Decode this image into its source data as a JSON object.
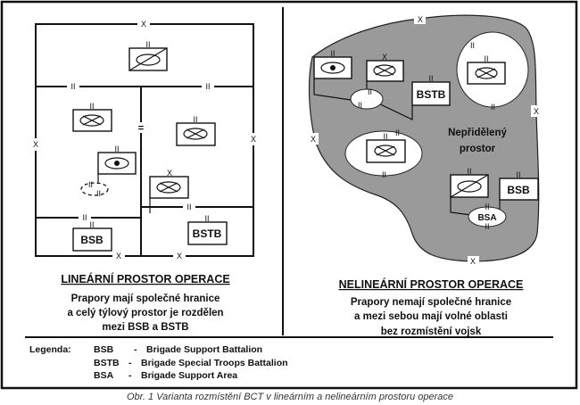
{
  "left_panel": {
    "title": "LINEÁRNÍ PROSTOR OPERACE",
    "description": [
      "Prapory mají společné hranice",
      "a celý týlový prostor je rozdělen",
      "mezi BSB a BSTB"
    ],
    "unit_labels": {
      "bsb": "BSB",
      "bstb": "BSTB"
    },
    "echelon_marks": {
      "brigade": "X",
      "battalion": "II"
    }
  },
  "right_panel": {
    "title": "NELINEÁRNÍ PROSTOR OPERACE",
    "description": [
      "Prapory nemají společné hranice",
      "a mezi sebou mají volné oblasti",
      "bez rozmístění vojsk"
    ],
    "area_label": [
      "Nepřidělený",
      "prostor"
    ],
    "unit_labels": {
      "bsb": "BSB",
      "bstb": "BSTB",
      "bsa": "BSA"
    },
    "area_color": "#9a9a9a"
  },
  "legend": {
    "heading": "Legenda:",
    "items": [
      {
        "abbr": "BSB",
        "sep": "-",
        "text": "Brigade Support Battalion"
      },
      {
        "abbr": "BSTB",
        "sep": "-",
        "text": "Brigade Special Troops Battalion"
      },
      {
        "abbr": "BSA",
        "sep": "-",
        "text": "Brigade Support Area"
      }
    ]
  },
  "caption": "Obr. 1 Varianta rozmístění BCT v lineárním a nelineárním prostoru operace"
}
